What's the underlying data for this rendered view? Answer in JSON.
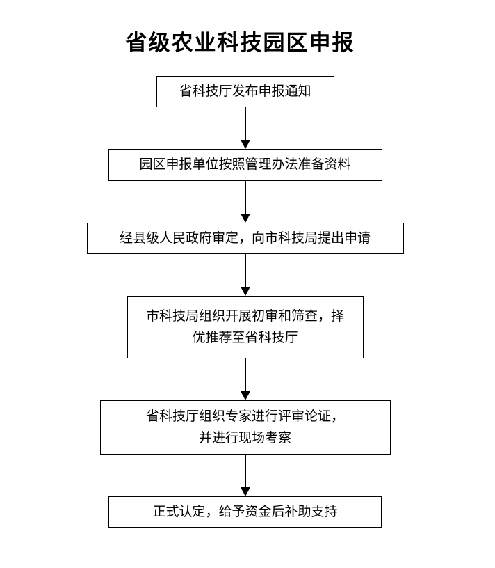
{
  "title": "省级农业科技园区申报",
  "flow": {
    "steps": [
      {
        "label": "省科技厅发布申报通知"
      },
      {
        "label": "园区申报单位按照管理办法准备资料"
      },
      {
        "label": "经县级人民政府审定，向市科技局提出申请"
      },
      {
        "label": "市科技局组织开展初审和筛查，择\n优推荐至省科技厅"
      },
      {
        "label": "省科技厅组织专家进行评审论证，\n并进行现场考察"
      },
      {
        "label": "正式认定，给予资金后补助支持"
      }
    ]
  }
}
